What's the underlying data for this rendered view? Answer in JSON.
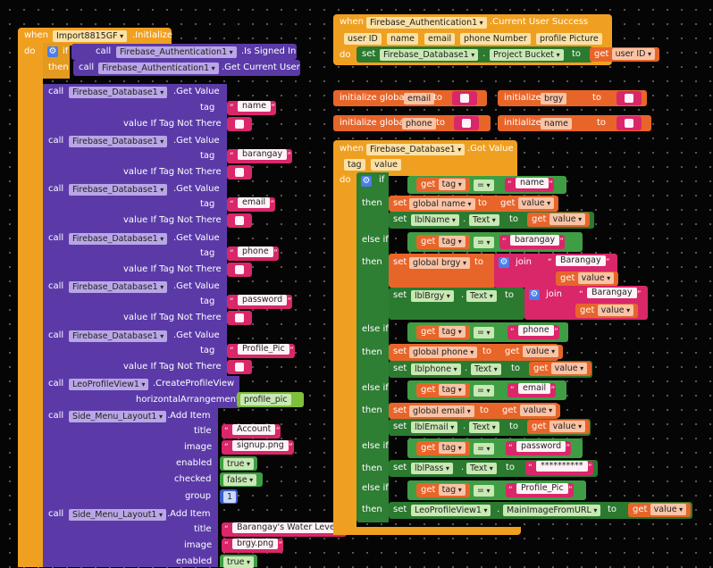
{
  "kw": {
    "when": "when",
    "do": "do",
    "call": "call",
    "set": "set",
    "get": "get",
    "to": "to",
    "if": "if",
    "then": "then",
    "else_if": "else if",
    "join": "join",
    "tag": "tag",
    "value_if_not_there": "value If Tag Not There",
    "initialize_global": "initialize global",
    "eq": "=",
    "dot": "."
  },
  "block1": {
    "component": "Import8815GF",
    "event": ".Initialize",
    "if_component": "Firebase_Authentication1",
    "if_method": ".Is Signed In",
    "then_component": "Firebase_Authentication1",
    "then_method": ".Get Current User",
    "get_values": [
      {
        "component": "Firebase_Database1",
        "method": ".Get Value",
        "tag": "name"
      },
      {
        "component": "Firebase_Database1",
        "method": ".Get Value",
        "tag": "barangay"
      },
      {
        "component": "Firebase_Database1",
        "method": ".Get Value",
        "tag": "email"
      },
      {
        "component": "Firebase_Database1",
        "method": ".Get Value",
        "tag": "phone"
      },
      {
        "component": "Firebase_Database1",
        "method": ".Get Value",
        "tag": "password"
      },
      {
        "component": "Firebase_Database1",
        "method": ".Get Value",
        "tag": "Profile_Pic"
      }
    ],
    "create_profile": {
      "component": "LeoProfileView1",
      "method": ".CreateProfileView",
      "param": "horizontalArrangement",
      "value": "profile_pic"
    },
    "add_item_1": {
      "component": "Side_Menu_Layout1",
      "method": ".Add Item",
      "title_label": "title",
      "title": "Account",
      "image_label": "image",
      "image": "signup.png",
      "enabled_label": "enabled",
      "enabled": "true",
      "checked_label": "checked",
      "checked": "false",
      "group_label": "group",
      "group": "1"
    },
    "add_item_2": {
      "component": "Side_Menu_Layout1",
      "method": ".Add Item",
      "title": "Barangay's Water Level",
      "image": "brgy.png",
      "enabled": "true"
    }
  },
  "block2": {
    "component": "Firebase_Authentication1",
    "event": ".Current User Success",
    "params": [
      "user ID",
      "name",
      "email",
      "phone Number",
      "profile Picture"
    ],
    "set_component": "Firebase_Database1",
    "set_property": "Project Bucket",
    "get_var": "user ID"
  },
  "globals": [
    {
      "label": "initialize global",
      "name": "email"
    },
    {
      "label": "initialize global",
      "name": "brgy"
    },
    {
      "label": "initialize global",
      "name": "phone"
    },
    {
      "label": "initialize global",
      "name": "name"
    }
  ],
  "block3": {
    "component": "Firebase_Database1",
    "event": ".Got Value",
    "params": [
      "tag",
      "value"
    ],
    "branches": [
      {
        "match": "name",
        "global": "global name",
        "label": "lblName",
        "prop": "Text"
      },
      {
        "match": "barangay",
        "global": "global brgy",
        "join_str": "Barangay",
        "label": "lblBrgy",
        "prop": "Text"
      },
      {
        "match": "phone",
        "global": "global phone",
        "label": "lblphone",
        "prop": "Text"
      },
      {
        "match": "email",
        "global": "global email",
        "label": "lblEmail",
        "prop": "Text"
      },
      {
        "match": "password",
        "label": "lblPass",
        "prop": "Text",
        "mask": "**********"
      },
      {
        "match": "Profile_Pic",
        "label": "LeoProfileView1",
        "prop": "MainImageFromURL"
      }
    ]
  },
  "colors": {
    "event": "#f0a020",
    "component": "#5b3aa8",
    "text": "#d9276a",
    "logic": "#3f9e43",
    "variable": "#e8652a",
    "background": "#050505"
  }
}
